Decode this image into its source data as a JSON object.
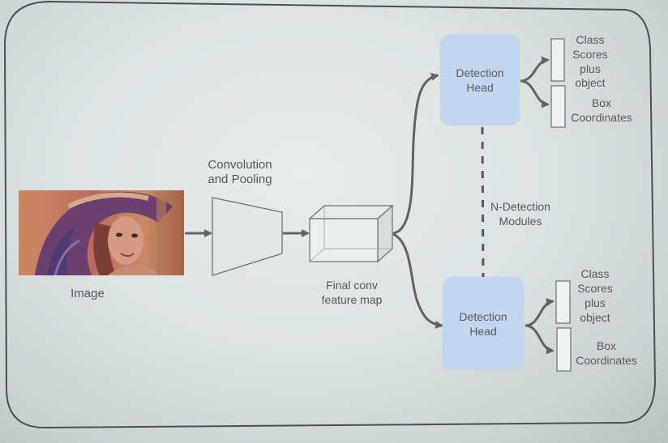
{
  "diagram": {
    "image_label": "Image",
    "conv_label_line1": "Convolution",
    "conv_label_line2": "and Pooling",
    "feature_label_line1": "Final conv",
    "feature_label_line2": "feature map",
    "modules_label_line1": "N-Detection",
    "modules_label_line2": "Modules",
    "top_head": {
      "line1": "Detection",
      "line2": "Head",
      "class_line1": "Class",
      "class_line2": "Scores",
      "class_line3": "plus",
      "class_line4": "object",
      "box_line1": "Box",
      "box_line2": "Coordinates"
    },
    "bottom_head": {
      "line1": "Detection",
      "line2": "Head",
      "class_line1": "Class",
      "class_line2": "Scores",
      "class_line3": "plus",
      "class_line4": "object",
      "box_line1": "Box",
      "box_line2": "Coordinates"
    }
  },
  "colors": {
    "head_fill": "#c3d6ee",
    "arrow": "#5f6364",
    "text": "#55595b"
  }
}
